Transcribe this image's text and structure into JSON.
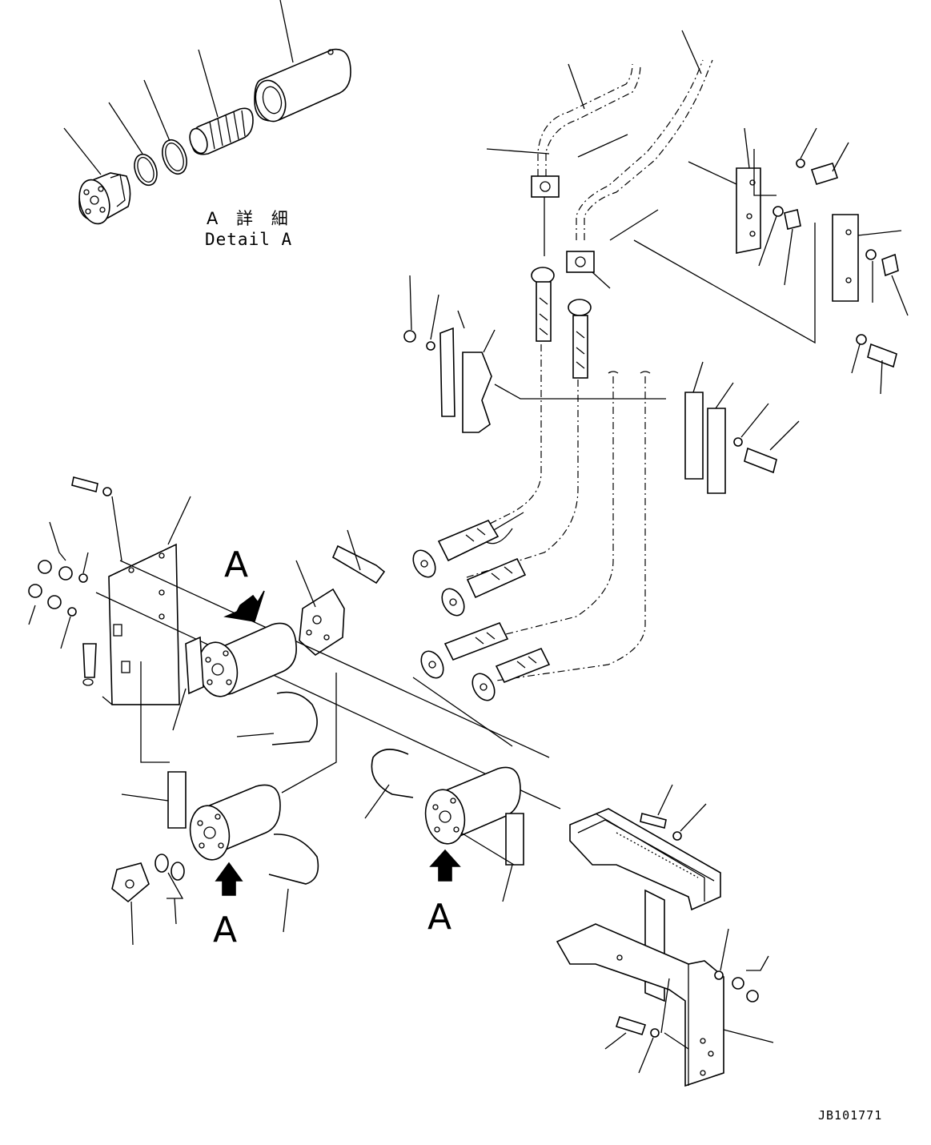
{
  "figure": {
    "detail_label_jp": "A 詳 細",
    "detail_label_en": "Detail A",
    "view_letters": [
      "A",
      "A",
      "A"
    ],
    "drawing_code": "JB101771"
  },
  "icons": {
    "view_arrow": "view-direction-arrow-icon"
  }
}
